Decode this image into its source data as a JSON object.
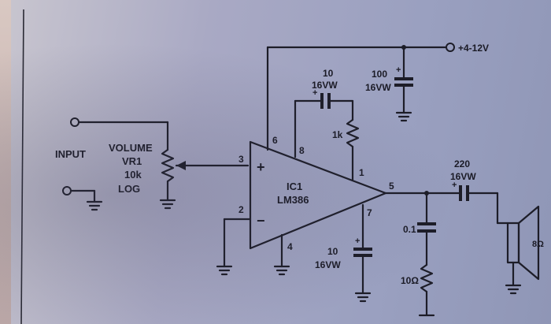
{
  "input": {
    "label": "INPUT"
  },
  "volume": {
    "l1": "VOLUME",
    "l2": "VR1",
    "l3": "10k",
    "l4": "LOG"
  },
  "ic": {
    "name": "IC1",
    "part": "LM386",
    "plus": "+",
    "minus": "−"
  },
  "pins": {
    "p1": "1",
    "p2": "2",
    "p3": "3",
    "p4": "4",
    "p5": "5",
    "p6": "6",
    "p7": "7",
    "p8": "8"
  },
  "supply": {
    "label": "+4-12V"
  },
  "c_gain": {
    "value": "10",
    "rating": "16VW"
  },
  "r_gain": {
    "value": "1k"
  },
  "c_supply": {
    "value": "100",
    "rating": "16VW"
  },
  "c_bypass": {
    "value": "10",
    "rating": "16VW"
  },
  "c_out": {
    "value": "220",
    "rating": "16VW"
  },
  "c_zobel": {
    "value": "0.1"
  },
  "r_zobel": {
    "value": "10Ω"
  },
  "speaker": {
    "value": "8Ω"
  }
}
